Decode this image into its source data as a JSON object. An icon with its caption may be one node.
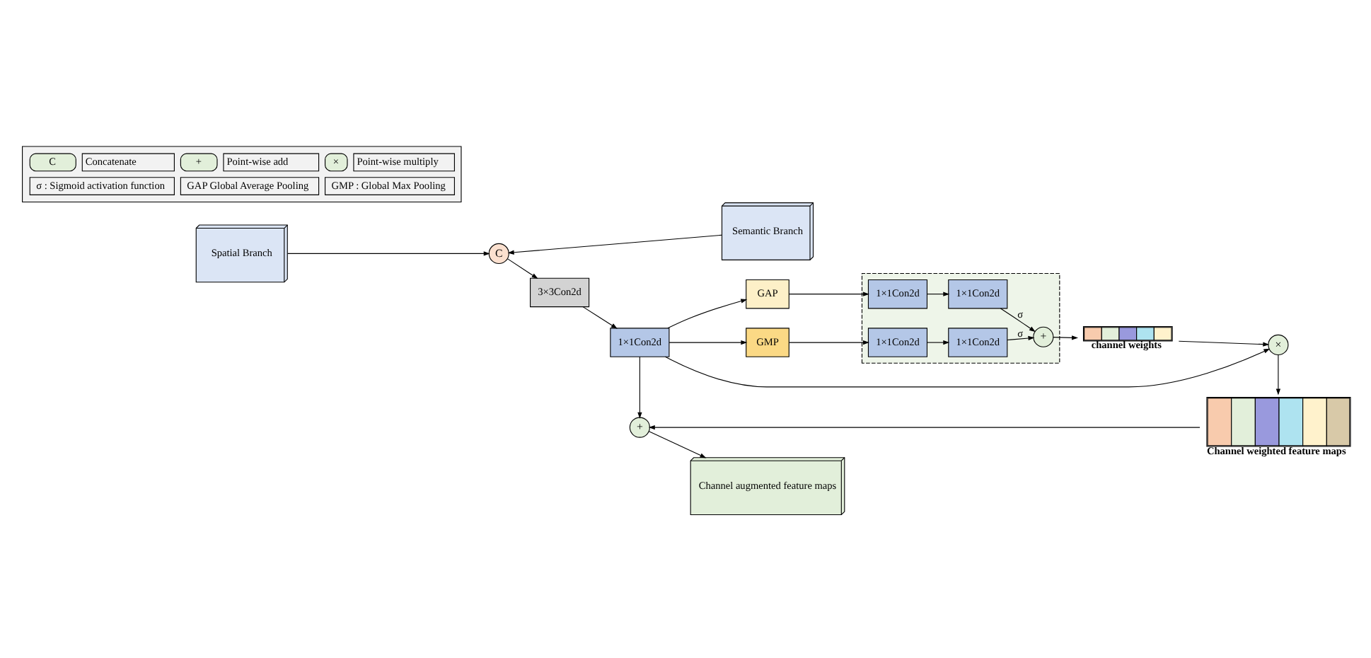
{
  "diagram": {
    "nodes": [
      {
        "text": [
          "Spatial Branch"
        ]
      },
      {
        "text": [
          "Semantic Branch"
        ]
      },
      {
        "text": [
          "C"
        ]
      },
      {
        "text": [
          "3×3Con2d"
        ]
      },
      {
        "text": [
          "1×1Con2d"
        ]
      },
      {
        "text": [
          "GAP"
        ]
      },
      {
        "text": [
          "GMP"
        ]
      },
      {
        "text": [],
        "shape": "box"
      },
      {
        "text": [
          "1×1Con2d"
        ],
        "in": 7
      },
      {
        "text": [
          "1×1Con2d"
        ],
        "in": 7
      },
      {
        "text": [
          "1×1Con2d"
        ],
        "in": 7
      },
      {
        "text": [
          "1×1Con2d"
        ],
        "in": 7
      },
      {
        "text": [
          "+"
        ],
        "in": 7
      },
      {
        "text": [
          "channel weights"
        ]
      },
      {
        "text": [
          "×"
        ]
      },
      {
        "text": [
          "Channel weighted feature maps"
        ]
      },
      {
        "text": [
          "+"
        ]
      },
      {
        "text": [
          "Channel augmented feature maps"
        ]
      }
    ],
    "edges": [
      {
        "from": 0,
        "to": 2,
        "arrow": "to"
      },
      {
        "from": 1,
        "to": 2,
        "arrow": "to"
      },
      {
        "from": 2,
        "to": 3,
        "arrow": "to"
      },
      {
        "from": 3,
        "to": 4,
        "arrow": "to"
      },
      {
        "from": 4,
        "to": 5,
        "arrow": "to"
      },
      {
        "from": 4,
        "to": 6,
        "arrow": "to"
      },
      {
        "from": 5,
        "to": 8,
        "arrow": "to"
      },
      {
        "from": 8,
        "to": 9,
        "arrow": "to"
      },
      {
        "from": 6,
        "to": 10,
        "arrow": "to"
      },
      {
        "from": 10,
        "to": 11,
        "arrow": "to"
      },
      {
        "from": 9,
        "to": 12,
        "arrow": "to",
        "label": "σ"
      },
      {
        "from": 11,
        "to": 12,
        "arrow": "to",
        "label": "σ"
      },
      {
        "from": 12,
        "to": 13,
        "arrow": "to"
      },
      {
        "from": 13,
        "to": 14,
        "arrow": "to"
      },
      {
        "from": 4,
        "to": 14,
        "arrow": "to"
      },
      {
        "from": 14,
        "to": 15,
        "arrow": "to"
      },
      {
        "from": 15,
        "to": 16,
        "arrow": "to"
      },
      {
        "from": 4,
        "to": 16,
        "arrow": "to"
      },
      {
        "from": 16,
        "to": 17,
        "arrow": "to"
      }
    ],
    "labels": [
      "C",
      "+",
      "×",
      "σ : Sigmoid activation function",
      "GAP Global Average Pooling",
      "GMP : Global Max Pooling"
    ],
    "legend": [
      {
        "text": "Concatenate"
      },
      {
        "text": "Point-wise add"
      },
      {
        "text": "Point-wise multiply"
      }
    ]
  }
}
